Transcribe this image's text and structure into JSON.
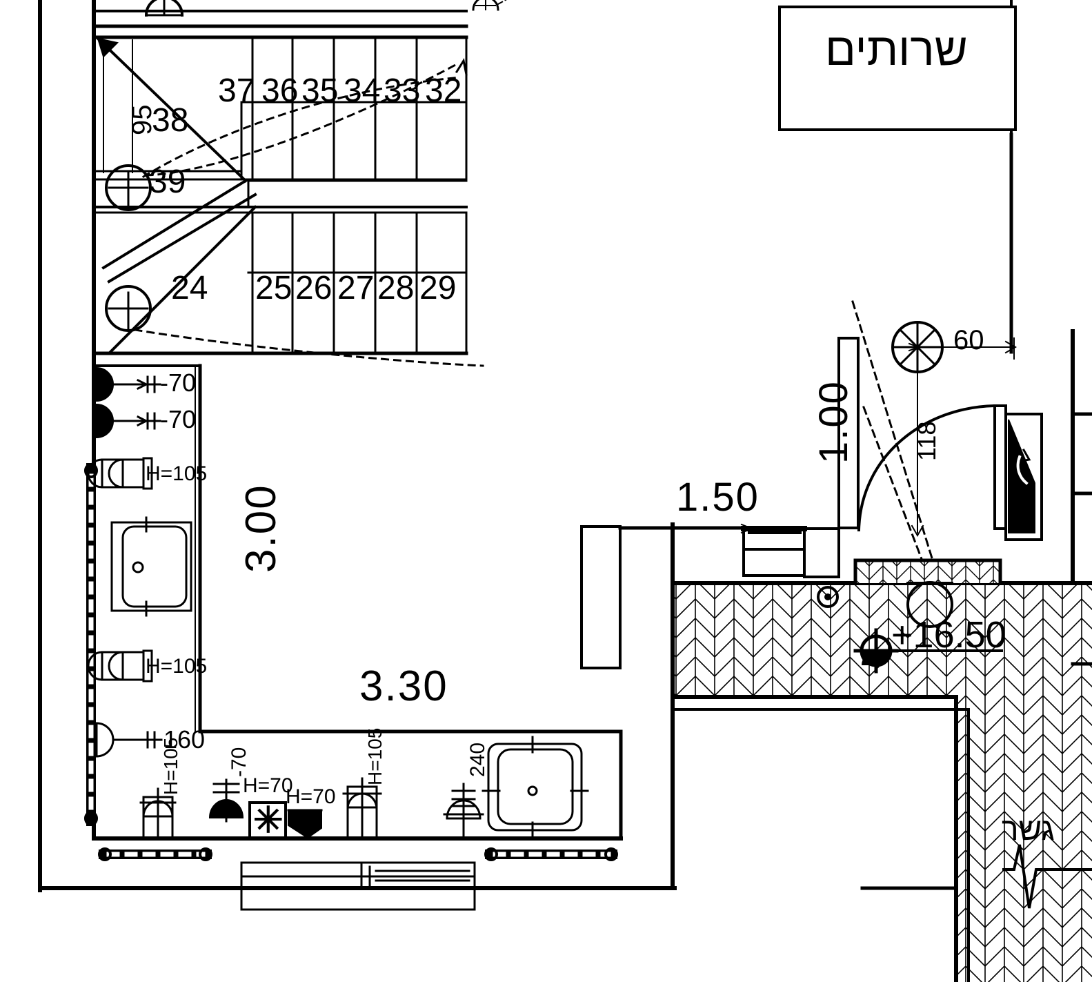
{
  "drawing": {
    "type": "architectural-floor-plan",
    "title_block": {
      "room_label": "שרותים"
    },
    "bridge_label": "גשר",
    "elevation_marker": "+16.50"
  },
  "stairs": {
    "upper_flight_treads": [
      "37",
      "36",
      "35",
      "34",
      "33",
      "32"
    ],
    "landing_tread_upper": "38",
    "landing_tread_mid": "39",
    "lower_flight_treads": [
      "24",
      "25",
      "26",
      "27",
      "28",
      "29"
    ],
    "riser_dimension": "95"
  },
  "dimensions": {
    "room_depth": "3.00",
    "room_width": "3.30",
    "corridor_width": "1.50",
    "alcove_width": "1.00",
    "door_offset": "60",
    "door_leaf": "118"
  },
  "fixtures": [
    {
      "id": "f1",
      "label": "-70",
      "name": "wall-fixture-70-a"
    },
    {
      "id": "f2",
      "label": "-70",
      "name": "wall-fixture-70-b"
    },
    {
      "id": "f3",
      "label": "H=105",
      "name": "urinal-fixture-105-a"
    },
    {
      "id": "f4",
      "label": "H=105",
      "name": "urinal-fixture-105-b"
    },
    {
      "id": "f5",
      "label": "160",
      "name": "wall-fixture-160"
    },
    {
      "id": "f6",
      "label": "H=105",
      "name": "fixture-105-bottom-a"
    },
    {
      "id": "f7",
      "label": "-70",
      "name": "fixture-70-bottom"
    },
    {
      "id": "f8",
      "label": "H=70",
      "name": "star-fixture-70"
    },
    {
      "id": "f9",
      "label": "H=70",
      "name": "drain-fixture-70"
    },
    {
      "id": "f10",
      "label": "H=105",
      "name": "fixture-105-bottom-b"
    },
    {
      "id": "f11",
      "label": "240",
      "name": "fixture-240"
    }
  ],
  "symbols": {
    "star": "✳",
    "elevation_cross": "level-datum-symbol",
    "spoke_circle": "door-hinge-marker",
    "dot_circle": "floor-drain-marker"
  }
}
